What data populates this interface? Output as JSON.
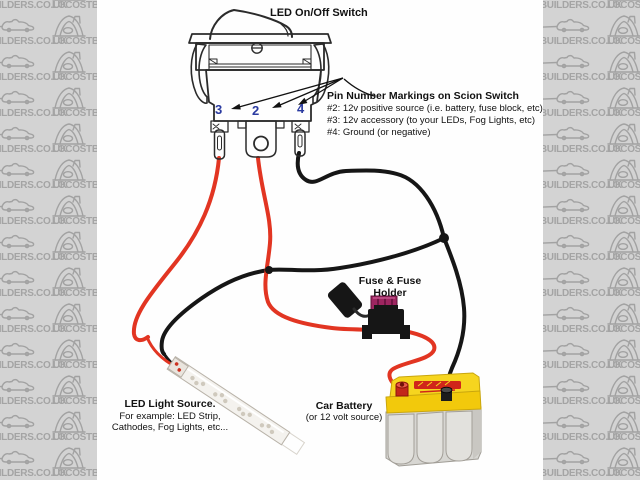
{
  "watermark": {
    "text": "LOCOSTBUILDERS.CO.UK"
  },
  "diagram": {
    "switch_label": "LED On/Off Switch",
    "pins": [
      "3",
      "2",
      "4"
    ],
    "pin_notes": {
      "heading": "Pin Number Markings on Scion Switch",
      "line2": "#2: 12v positive source (i.e. battery, fuse block, etc)",
      "line3": "#3: 12v accessory (to your LEDs, Fog Lights, etc)",
      "line4": "#4: Ground (or negative)"
    },
    "fuse_label": [
      "Fuse & Fuse",
      "Holder"
    ],
    "led_label": [
      "LED Light Source.",
      "For example: LED Strip,",
      "Cathodes, Fog Lights, etc..."
    ],
    "battery_label": [
      "Car Battery",
      "(or 12 volt source)"
    ],
    "colors": {
      "positive_wire_red": "#e23522",
      "ground_wire_black": "#161616",
      "pin_number_blue": "#2a3aa0",
      "fuse_magenta": "#9e2560",
      "battery_yellow": "#f5ce14",
      "watermark_gray": "#a4a4a4",
      "background_gray": "#d3d3d3"
    }
  }
}
